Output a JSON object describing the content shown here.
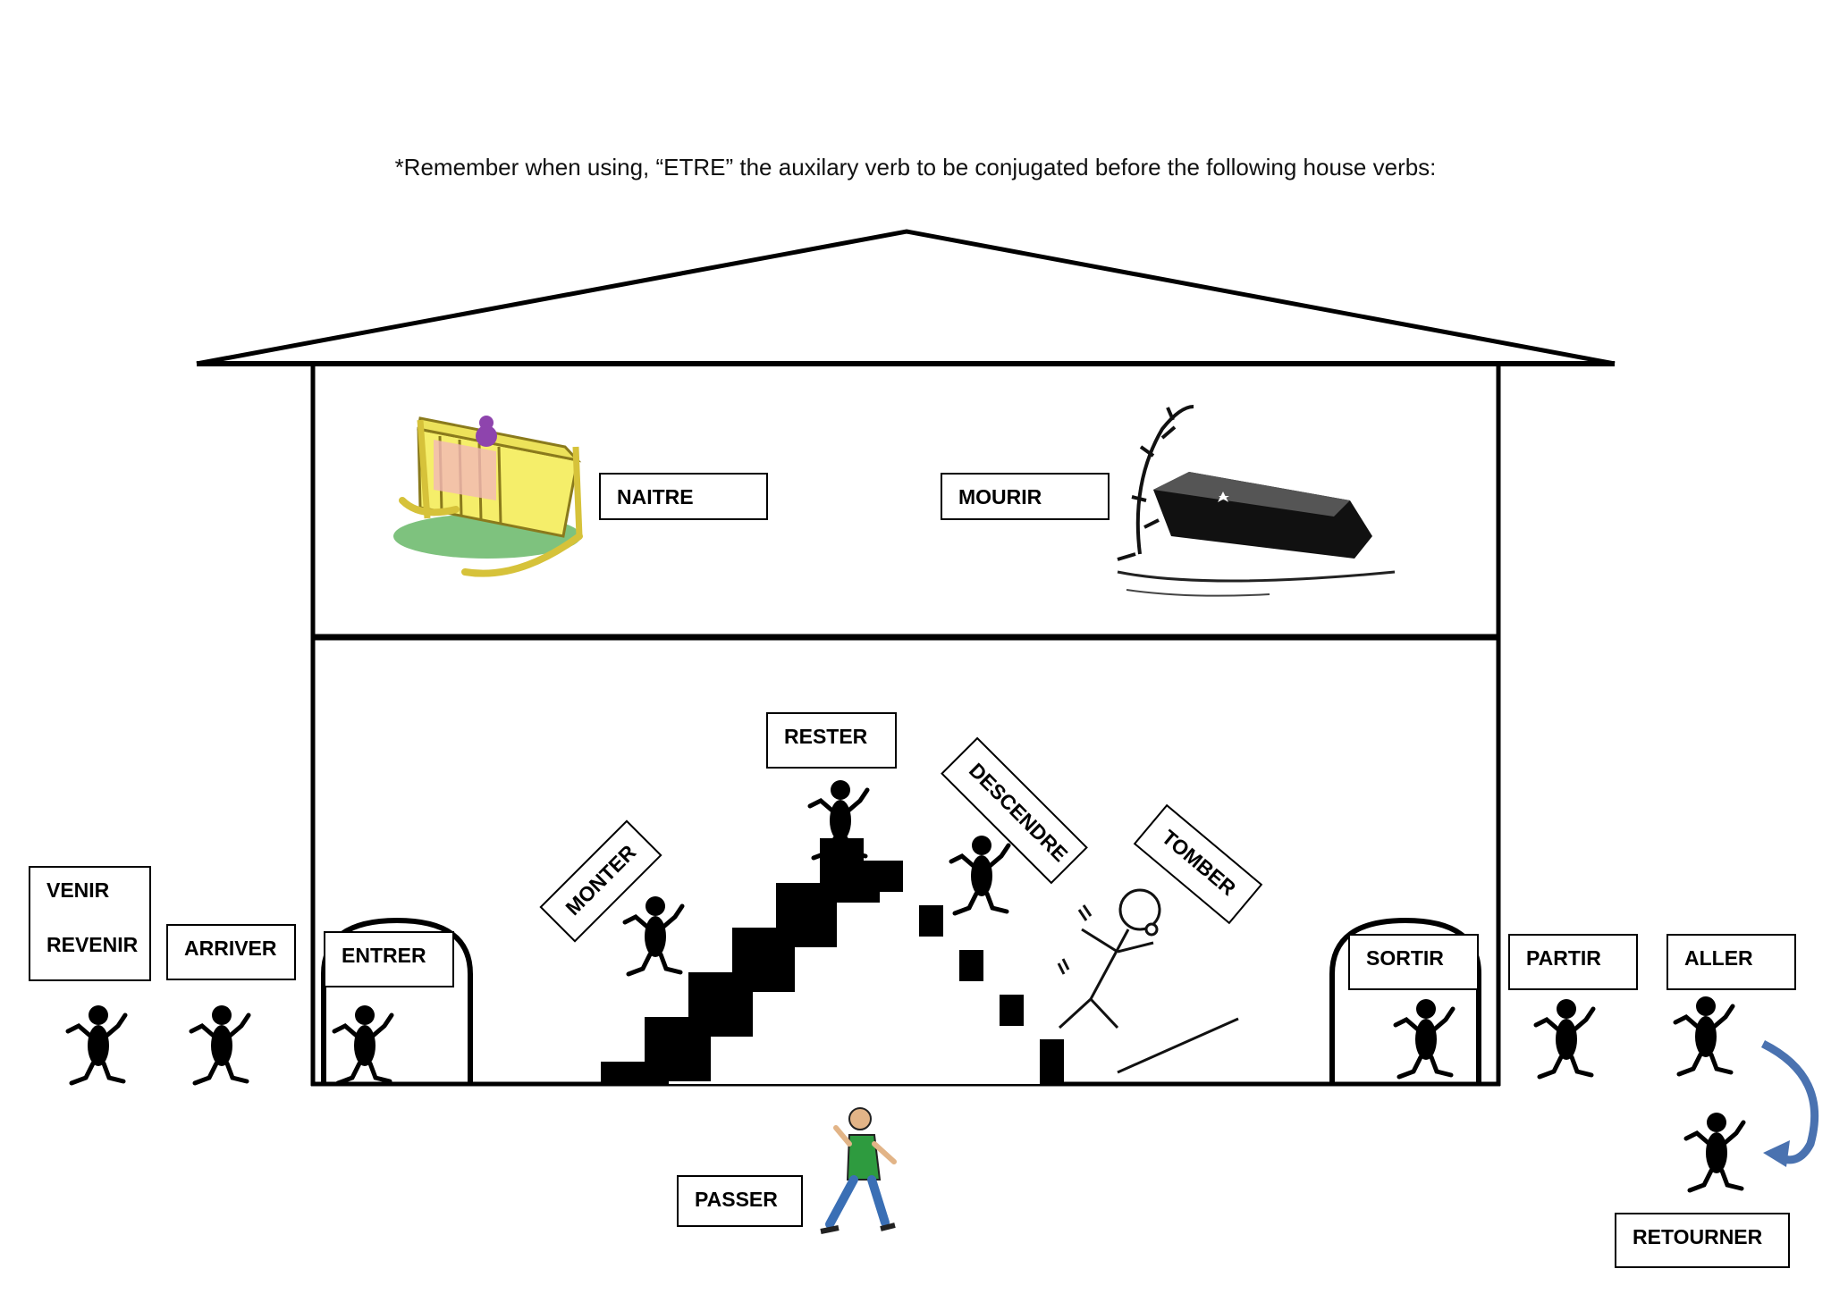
{
  "header": {
    "note": "*Remember when using, “ETRE” the auxilary verb to be conjugated before the following house verbs:"
  },
  "verbs": {
    "naitre": "NAITRE",
    "mourir": "MOURIR",
    "rester": "RESTER",
    "monter": "MONTER",
    "descendre": "DESCENDRE",
    "tomber": "TOMBER",
    "venir": "VENIR",
    "revenir": "REVENIR",
    "arriver": "ARRIVER",
    "entrer": "ENTRER",
    "sortir": "SORTIR",
    "partir": "PARTIR",
    "aller": "ALLER",
    "passer": "PASSER",
    "retourner": "RETOURNER"
  },
  "icons": [
    "cradle-icon",
    "coffin-icon",
    "stick-figure-icon",
    "falling-man-icon",
    "walking-man-icon",
    "return-arrow-icon",
    "staircase-icon",
    "door-icon"
  ]
}
